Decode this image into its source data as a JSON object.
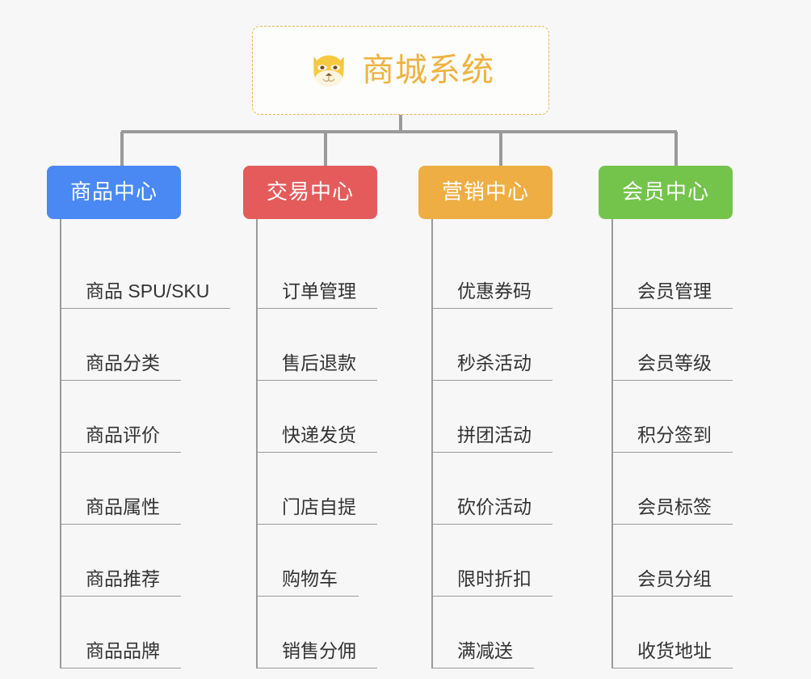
{
  "root": {
    "title": "商城系统",
    "icon": "shiba-dog-icon",
    "accent_color": "#efb23f",
    "border_color": "#e8b352",
    "background_color": "#fdfdfc"
  },
  "canvas": {
    "background_color": "#f7f7f7",
    "connector_color": "#9a9a9a"
  },
  "branches": [
    {
      "title": "商品中心",
      "color": "#4a89f3",
      "items": [
        {
          "label": "商品 SPU/SKU"
        },
        {
          "label": "商品分类"
        },
        {
          "label": "商品评价"
        },
        {
          "label": "商品属性"
        },
        {
          "label": "商品推荐"
        },
        {
          "label": "商品品牌"
        }
      ]
    },
    {
      "title": "交易中心",
      "color": "#e55b5b",
      "items": [
        {
          "label": "订单管理"
        },
        {
          "label": "售后退款"
        },
        {
          "label": "快递发货"
        },
        {
          "label": "门店自提"
        },
        {
          "label": "购物车"
        },
        {
          "label": "销售分佣"
        }
      ]
    },
    {
      "title": "营销中心",
      "color": "#eeae43",
      "items": [
        {
          "label": "优惠券码"
        },
        {
          "label": "秒杀活动"
        },
        {
          "label": "拼团活动"
        },
        {
          "label": "砍价活动"
        },
        {
          "label": "限时折扣"
        },
        {
          "label": "满减送"
        }
      ]
    },
    {
      "title": "会员中心",
      "color": "#74c44c",
      "items": [
        {
          "label": "会员管理"
        },
        {
          "label": "会员等级"
        },
        {
          "label": "积分签到"
        },
        {
          "label": "会员标签"
        },
        {
          "label": "会员分组"
        },
        {
          "label": "收货地址"
        }
      ]
    }
  ]
}
